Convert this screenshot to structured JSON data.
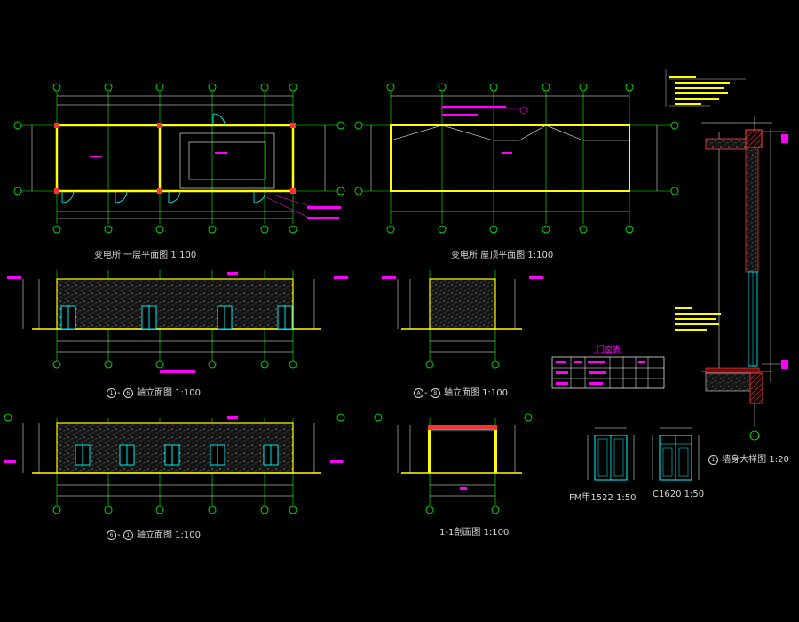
{
  "captions": {
    "plan": "变电所 一层平面图 1:100",
    "roof": "变电所 屋顶平面图 1:100",
    "elev_a_scale": "轴立面图 1:100",
    "elev_b_scale": "轴立面图 1:100",
    "elev_c_scale": "轴立面图 1:100",
    "section": "1-1剖面图 1:100",
    "wall_detail": "墙身大样图 1:20",
    "fm_door": "FM甲1522 1:50",
    "c_window": "C1620 1:50"
  },
  "door_window_table": {
    "title": "门窗表"
  },
  "colors": {
    "background": "#000000",
    "wall": "#ffff00",
    "grid_axis": "#00ff00",
    "dimension": "#ffffff",
    "annotation": "#ff00ff",
    "opening": "#00ffff",
    "hatch": "#b4b4b4",
    "caption": "#d8d8d8"
  }
}
